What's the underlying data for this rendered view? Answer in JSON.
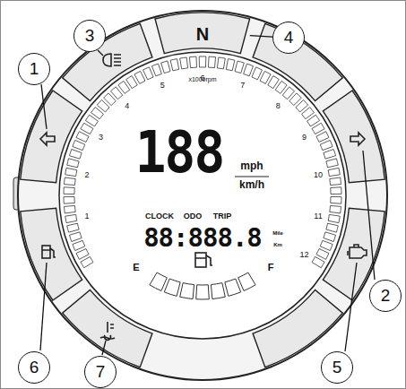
{
  "diagram": {
    "nodes": [
      {
        "text": [
          "1"
        ]
      },
      {
        "text": [
          "2"
        ]
      },
      {
        "text": [
          "3"
        ]
      },
      {
        "text": [
          "4"
        ]
      },
      {
        "text": [
          "5"
        ]
      },
      {
        "text": [
          "6"
        ]
      },
      {
        "text": [
          "7"
        ]
      },
      {
        "text": [
          "N"
        ]
      }
    ],
    "edges": [
      {
        "from": 3,
        "to": 7,
        "arrow": "none"
      }
    ],
    "labels": [
      "x1000rpm",
      "1",
      "2",
      "3",
      "4",
      "5",
      "6",
      "7",
      "8",
      "9",
      "10",
      "11",
      "12",
      "188",
      "mph",
      "km/h",
      "CLOCK",
      "ODO",
      "TRIP",
      "88:888.8",
      "Mile",
      "Km",
      "E",
      "F"
    ]
  }
}
